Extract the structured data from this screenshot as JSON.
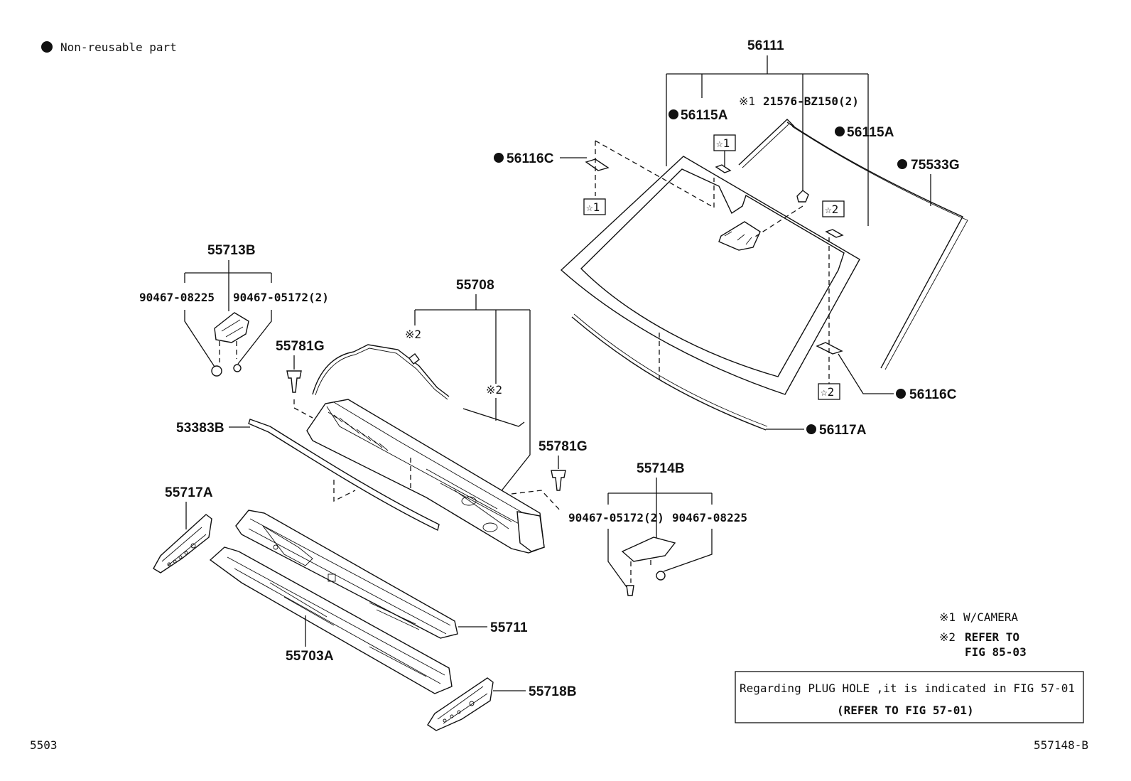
{
  "legend": {
    "non_reusable": "Non-reusable part"
  },
  "parts": {
    "p56111": "56111",
    "p56115A_left": "56115A",
    "p56115A_right": "56115A",
    "p21576": "21576-BZ150(2)",
    "p21576_mark": "※1",
    "p56116C_top": "56116C",
    "p56116C_bottom": "56116C",
    "p75533G": "75533G",
    "p56117A": "56117A",
    "p55713B": "55713B",
    "p90467_08225_left": "90467-08225",
    "p90467_05172_left": "90467-05172(2)",
    "p55781G_left": "55781G",
    "p55781G_right": "55781G",
    "p55708": "55708",
    "p55708_mark1": "※2",
    "p55708_mark2": "※2",
    "p53383B": "53383B",
    "p55717A": "55717A",
    "p55714B": "55714B",
    "p90467_05172_right": "90467-05172(2)",
    "p90467_08225_right": "90467-08225",
    "p55711": "55711",
    "p55703A": "55703A",
    "p55718B": "55718B"
  },
  "star_marks": {
    "star1": "☆1",
    "star2": "☆2"
  },
  "notes": {
    "note1_mark": "※1",
    "note1_text": "W/CAMERA",
    "note2_mark": "※2",
    "note2_line1": "REFER TO",
    "note2_line2": "FIG 85-03"
  },
  "plug_hole": {
    "line1": "Regarding PLUG HOLE ,it is indicated in FIG 57-01",
    "line2": "(REFER TO FIG 57-01)"
  },
  "footer": {
    "left_code": "5503",
    "right_code": "557148-B"
  }
}
